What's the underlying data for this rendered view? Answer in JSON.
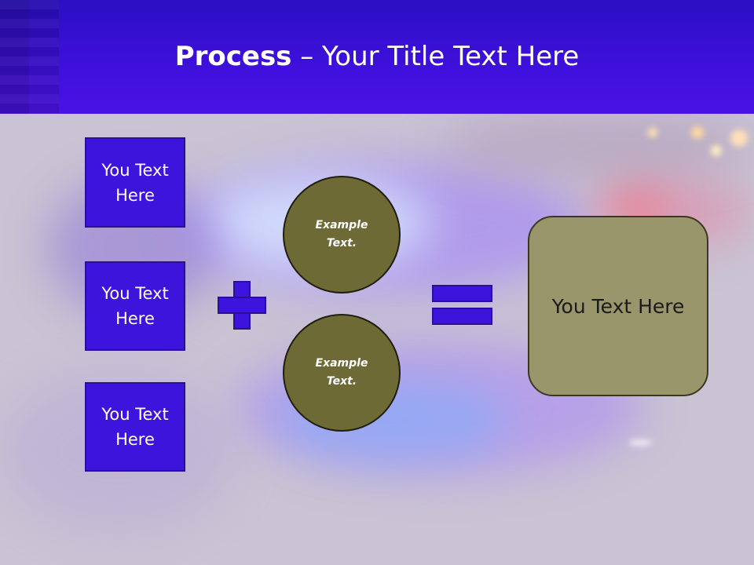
{
  "title": {
    "bold": "Process",
    "rest": " – Your Title Text Here"
  },
  "boxes": [
    {
      "line1": "You Text",
      "line2": "Here"
    },
    {
      "line1": "You Text",
      "line2": "Here"
    },
    {
      "line1": "You Text",
      "line2": "Here"
    }
  ],
  "circles": [
    {
      "line1": "Example",
      "line2": "Text."
    },
    {
      "line1": "Example",
      "line2": "Text."
    }
  ],
  "result": {
    "text": "You Text Here"
  },
  "colors": {
    "header": "#3f10dc",
    "box": "#3d14dc",
    "circle": "#6e6a35",
    "result": "#9a966b",
    "background": "#cdc7d6"
  }
}
